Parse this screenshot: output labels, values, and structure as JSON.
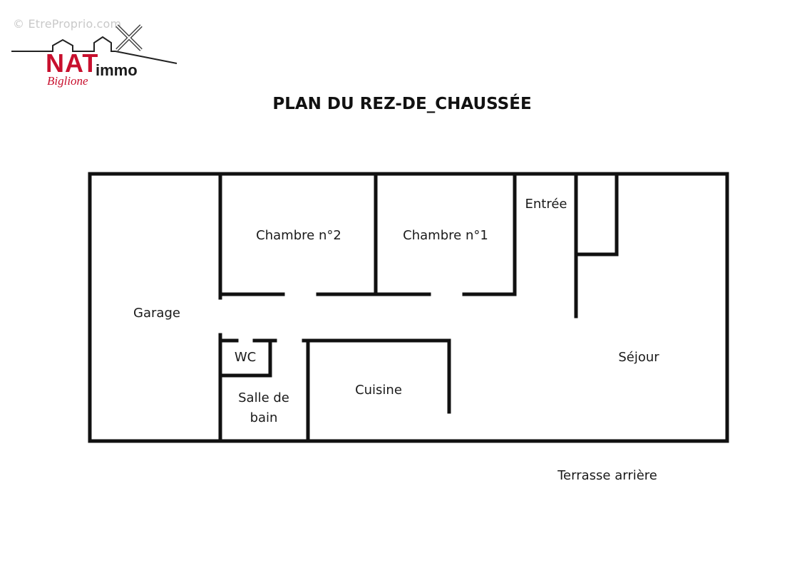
{
  "watermark": "© EtreProprio.com",
  "logo": {
    "brand": "NAT",
    "suffix": "immo",
    "tagline": "Biglione",
    "brand_color": "#c8102e"
  },
  "title": "PLAN DU REZ-DE_CHAUSSÉE",
  "rooms": {
    "garage": "Garage",
    "chambre2": "Chambre n°2",
    "chambre1": "Chambre n°1",
    "entree": "Entrée",
    "wc": "WC",
    "salle_de_bain_line1": "Salle de",
    "salle_de_bain_line2": "bain",
    "cuisine": "Cuisine",
    "sejour": "Séjour"
  },
  "outside": {
    "terrasse": "Terrasse arrière"
  },
  "wall_color": "#111111"
}
